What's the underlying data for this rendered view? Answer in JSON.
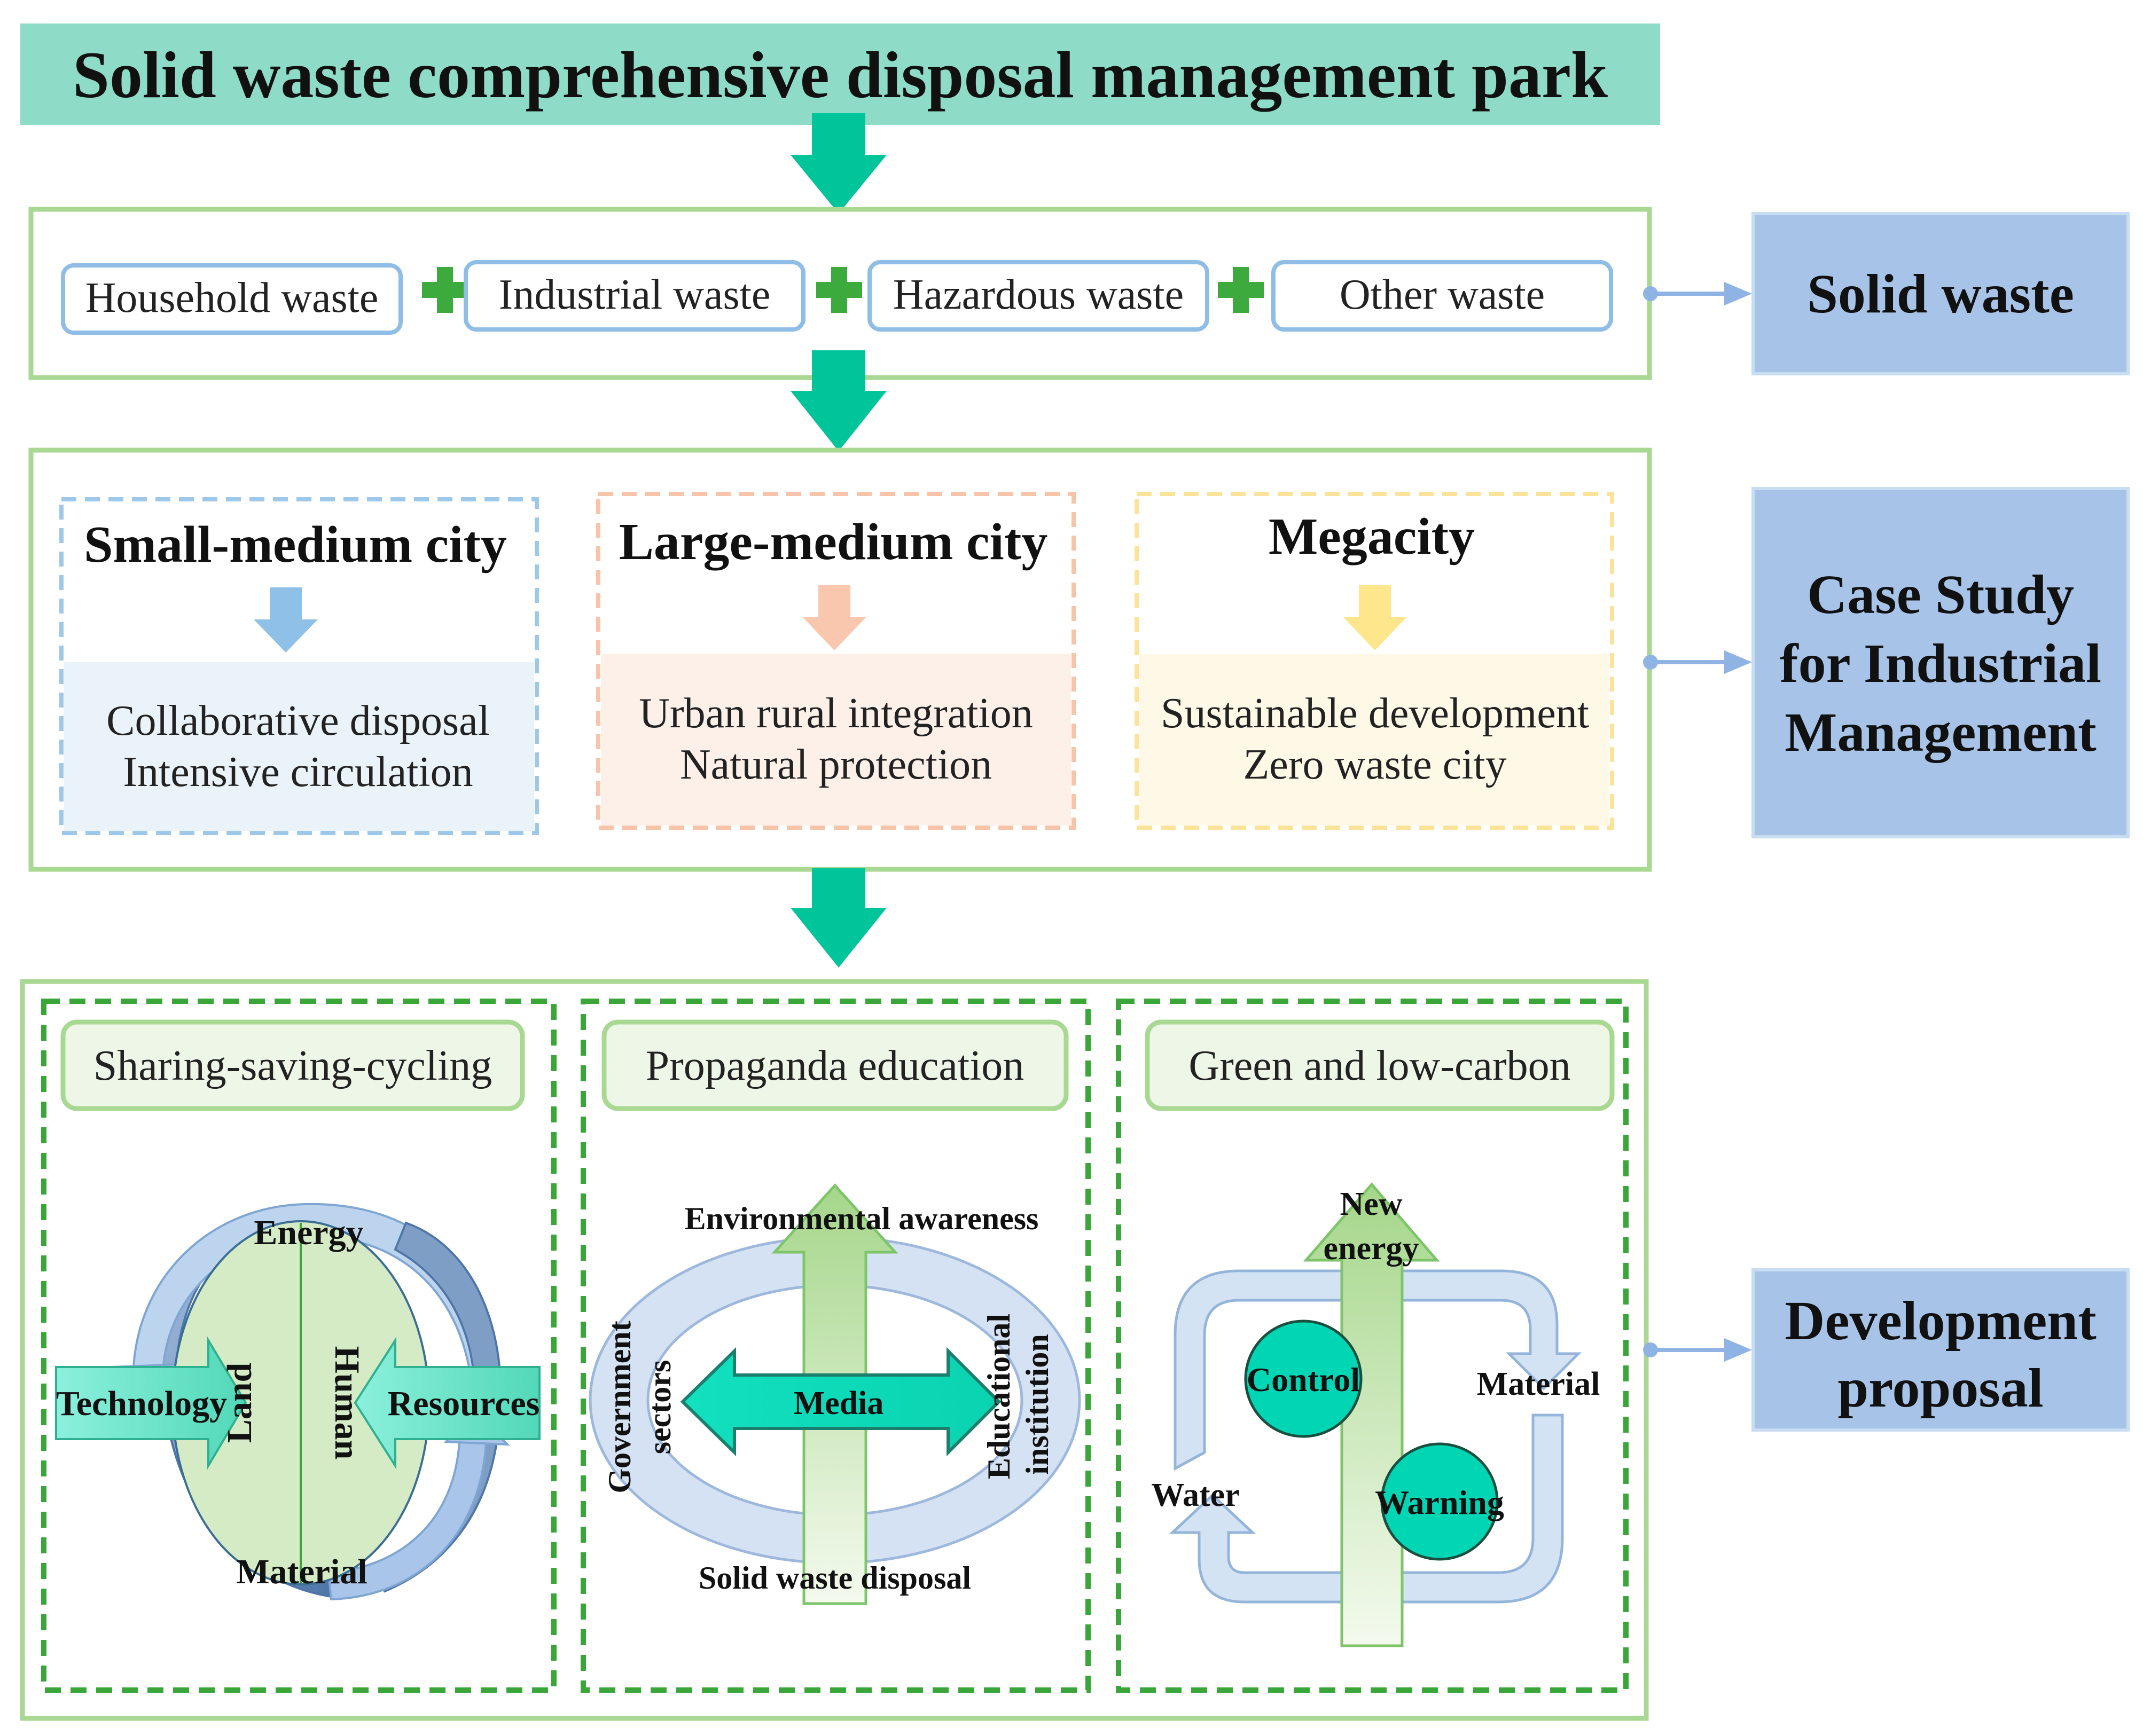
{
  "title": "Solid waste comprehensive disposal management park",
  "waste_types": [
    "Household waste",
    "Industrial waste",
    "Hazardous waste",
    "Other waste"
  ],
  "side_labels": {
    "solid_waste": [
      "Solid waste"
    ],
    "case_study": [
      "Case Study",
      "for Industrial",
      "Management"
    ],
    "development": [
      "Development",
      "proposal"
    ]
  },
  "cities": [
    {
      "name": "Small-medium city",
      "lines": [
        "Collaborative disposal",
        "Intensive circulation"
      ],
      "color": "#9ec8ea",
      "arrow": "#8ec0e8",
      "fill": "#eaf3fa"
    },
    {
      "name": "Large-medium city",
      "lines": [
        "Urban rural integration",
        "Natural protection"
      ],
      "color": "#f7c4aa",
      "arrow": "#f8c7ad",
      "fill": "#fdf0e9"
    },
    {
      "name": "Megacity",
      "lines": [
        "Sustainable development",
        "Zero waste city"
      ],
      "color": "#fbe39a",
      "arrow": "#fde68c",
      "fill": "#fef8e6"
    }
  ],
  "proposals": {
    "sharing": {
      "title": "Sharing-saving-cycling",
      "energy": "Energy",
      "material": "Material",
      "technology": "Technology",
      "resources": "Resources",
      "land": "Land",
      "human": "Human"
    },
    "propaganda": {
      "title": "Propaganda education",
      "top": "Environmental awareness",
      "bottom": "Solid waste disposal",
      "left": [
        "Government",
        "sectors"
      ],
      "right": [
        "Educational",
        "institution"
      ],
      "media": "Media"
    },
    "green": {
      "title": "Green and low-carbon",
      "new_energy": [
        "New",
        "energy"
      ],
      "material": "Material",
      "water": "Water",
      "control": "Control",
      "warning": "Warning"
    }
  },
  "colors": {
    "teal": "#00c49a",
    "title_bg": "#8edcc8",
    "frame_green": "#a9d893",
    "dash_green": "#3aa63a",
    "side_bg": "#a7c4e8",
    "plus": "#3daa3d",
    "blue_border": "#8fbde6"
  }
}
